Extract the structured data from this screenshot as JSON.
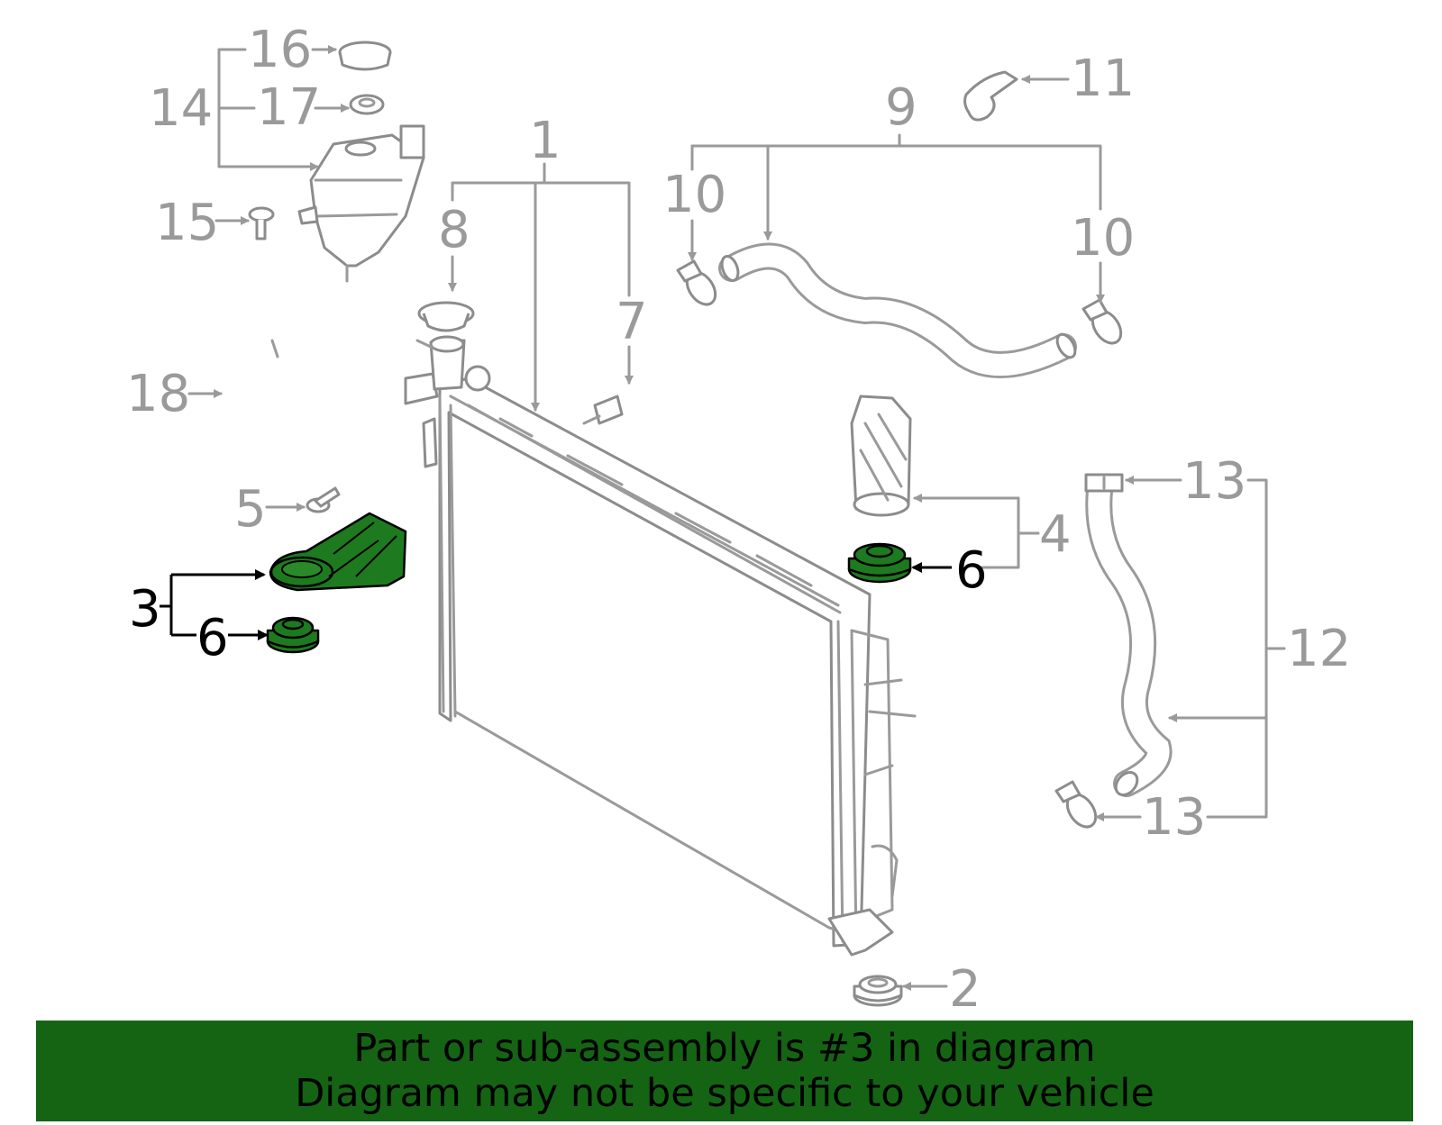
{
  "banner": {
    "line1": "Part or sub-assembly is #3 in diagram",
    "line2": "Diagram may not be specific to your vehicle",
    "background_color": "#146414"
  },
  "highlight": {
    "part_number": "3",
    "fill_color": "#1e7a1e"
  },
  "callouts": {
    "c1": "1",
    "c2": "2",
    "c3": "3",
    "c4": "4",
    "c5": "5",
    "c6a": "6",
    "c6b": "6",
    "c7": "7",
    "c8": "8",
    "c9": "9",
    "c10a": "10",
    "c10b": "10",
    "c11": "11",
    "c12": "12",
    "c13a": "13",
    "c13b": "13",
    "c14": "14",
    "c15": "15",
    "c16": "16",
    "c17": "17",
    "c18": "18"
  },
  "colors": {
    "part_outline": "#8c8c8c",
    "leader_gray": "#9a9a9a",
    "leader_highlight": "#000000"
  }
}
